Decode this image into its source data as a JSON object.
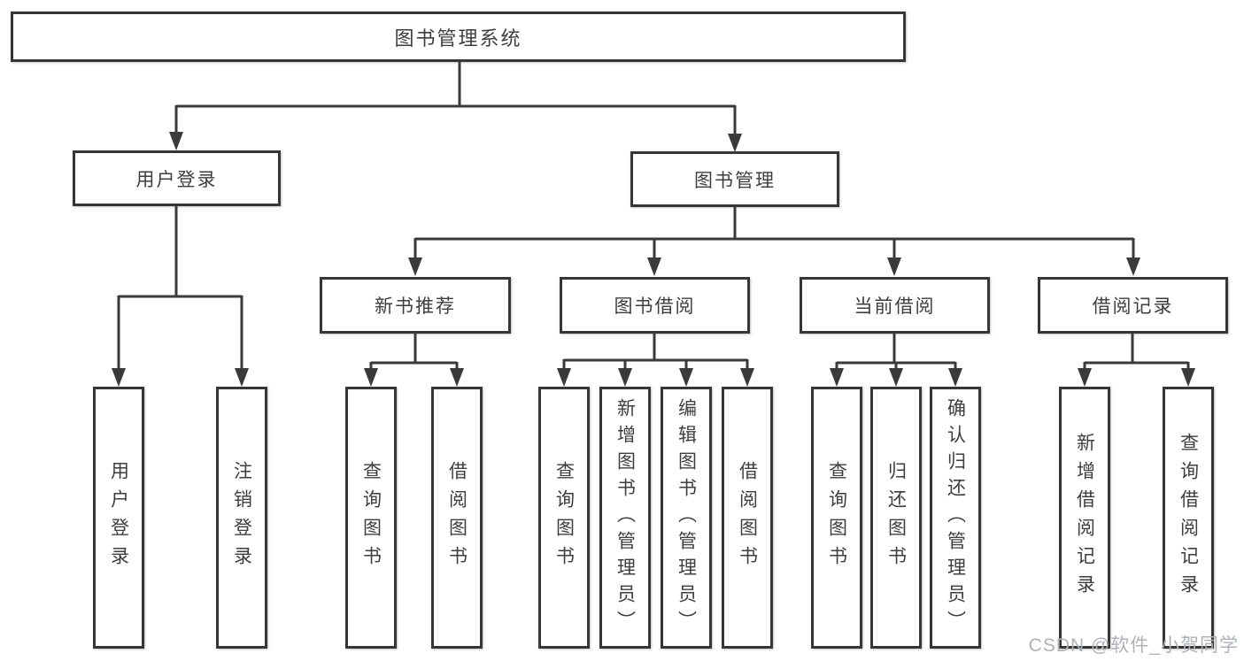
{
  "diagram": {
    "root": {
      "label": "图书管理系统"
    },
    "branches": [
      {
        "label": "用户登录",
        "children": [
          {
            "label": "用户登录"
          },
          {
            "label": "注销登录"
          }
        ]
      },
      {
        "label": "图书管理",
        "children": [
          {
            "label": "新书推荐",
            "children": [
              {
                "label": "查询图书"
              },
              {
                "label": "借阅图书"
              }
            ]
          },
          {
            "label": "图书借阅",
            "children": [
              {
                "label": "查询图书"
              },
              {
                "label": "新增图书（管理员）"
              },
              {
                "label": "编辑图书（管理员）"
              },
              {
                "label": "借阅图书"
              }
            ]
          },
          {
            "label": "当前借阅",
            "children": [
              {
                "label": "查询图书"
              },
              {
                "label": "归还图书"
              },
              {
                "label": "确认归还（管理员）"
              }
            ]
          },
          {
            "label": "借阅记录",
            "children": [
              {
                "label": "新增借阅记录"
              },
              {
                "label": "查询借阅记录"
              }
            ]
          }
        ]
      }
    ]
  },
  "watermark": {
    "text": "CSDN @软件_小贺同学"
  },
  "colors": {
    "line": "#3a3a3a",
    "box_border": "#363636",
    "text": "#3e3e3e",
    "watermark": "#aeb2b8",
    "background": "#ffffff"
  }
}
